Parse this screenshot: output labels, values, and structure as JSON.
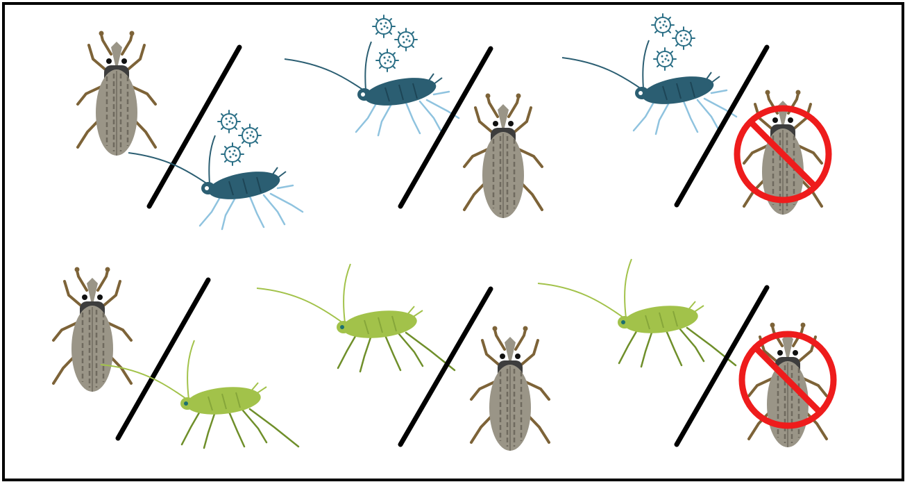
{
  "colors": {
    "weevil_body": "#9a9587",
    "weevil_stripe": "#6f6a5f",
    "weevil_head": "#3d3d3d",
    "weevil_leg": "#7d6338",
    "aphid_viruliferous": "#2b5e72",
    "aphid_viruliferous_leg": "#8fc3df",
    "aphid_nonviruliferous": "#a2c24a",
    "aphid_nonviruliferous_leg": "#6f8f2a",
    "virus": "#2b6f86",
    "divider": "#000000",
    "prohibited": "#ee1c1c"
  },
  "panels": [
    {
      "row": "top",
      "position": "left",
      "first": "weevil",
      "second": "aphid",
      "aphid_type": "viruliferous",
      "weevil_prohibited": false
    },
    {
      "row": "top",
      "position": "middle",
      "first": "aphid",
      "second": "weevil",
      "aphid_type": "viruliferous",
      "weevil_prohibited": false
    },
    {
      "row": "top",
      "position": "right",
      "first": "aphid",
      "second": "weevil",
      "aphid_type": "viruliferous",
      "weevil_prohibited": true
    },
    {
      "row": "bottom",
      "position": "left",
      "first": "weevil",
      "second": "aphid",
      "aphid_type": "nonviruliferous",
      "weevil_prohibited": false
    },
    {
      "row": "bottom",
      "position": "middle",
      "first": "aphid",
      "second": "weevil",
      "aphid_type": "nonviruliferous",
      "weevil_prohibited": false
    },
    {
      "row": "bottom",
      "position": "right",
      "first": "aphid",
      "second": "weevil",
      "aphid_type": "nonviruliferous",
      "weevil_prohibited": true
    }
  ],
  "icons": {
    "weevil": "weevil-icon",
    "aphid": "aphid-icon",
    "virus": "virus-icon",
    "prohibited": "prohibited-icon"
  }
}
